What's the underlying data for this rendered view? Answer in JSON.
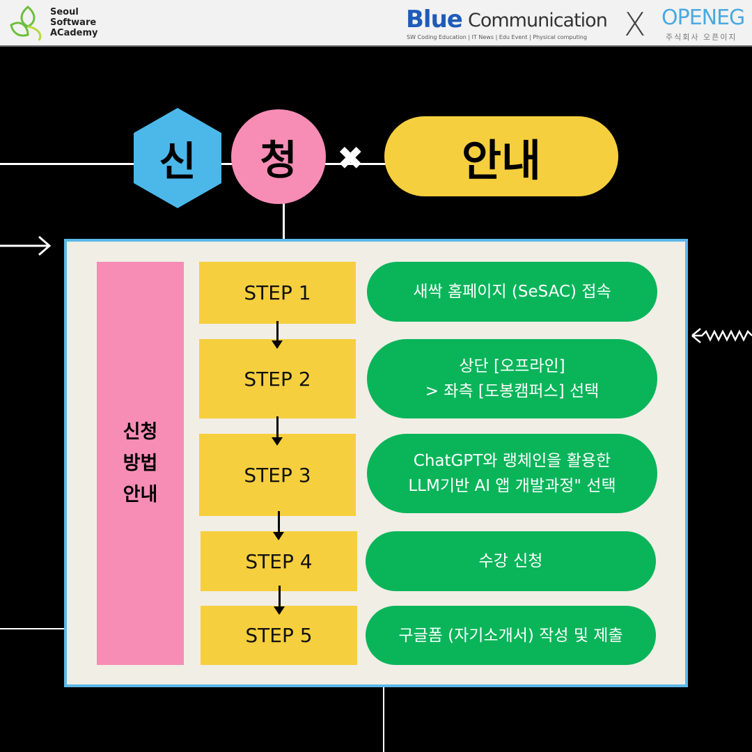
{
  "header": {
    "sesac_logo": "Seoul Software ACademy",
    "sesac_lines": [
      "Seoul",
      "Software",
      "ACademy"
    ],
    "blue": "Blue",
    "communication": "Communication",
    "tagline": "SW Coding Education | IT News | Edu Event | Physical computing",
    "x": "X",
    "openeg": "OPENEG",
    "openeg_sub": "주식회사 오픈이지"
  },
  "title": {
    "char1": "신",
    "char2": "청",
    "main": "안내"
  },
  "colors": {
    "blue": "#4cb8ea",
    "pink": "#f78db5",
    "yellow": "#f5cf3e",
    "green": "#0ab55a",
    "box": "#f1eee5"
  },
  "sidebar_label": "신청\n방법\n안내",
  "steps": [
    {
      "label": "STEP 1",
      "desc": "새싹 홈페이지 (SeSAC) 접속"
    },
    {
      "label": "STEP 2",
      "desc": "상단 [오프라인]\n> 좌측 [도봉캠퍼스] 선택"
    },
    {
      "label": "STEP 3",
      "desc": "ChatGPT와 랭체인을 활용한\nLLM기반 AI 앱 개발과정\" 선택"
    },
    {
      "label": "STEP 4",
      "desc": "수강 신청"
    },
    {
      "label": "STEP 5",
      "desc": "구글폼 (자기소개서) 작성 및 제출"
    }
  ]
}
